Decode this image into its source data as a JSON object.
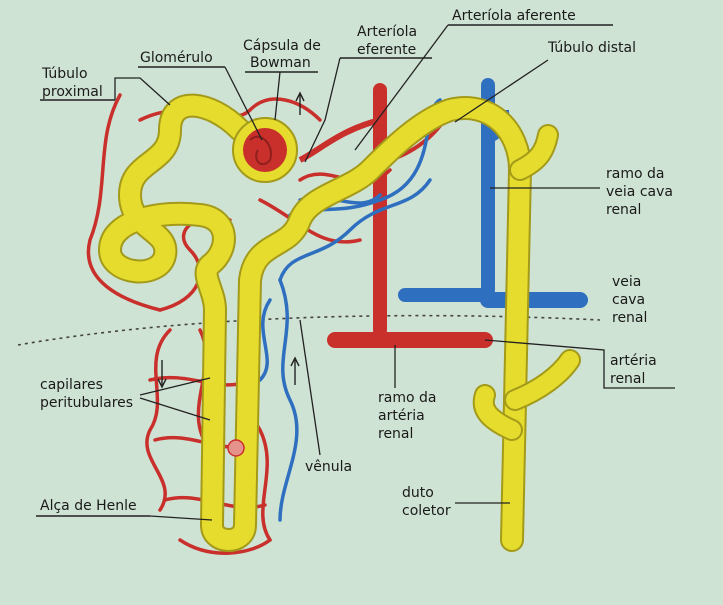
{
  "labels": {
    "tubulo_proximal_1": "Túbulo",
    "tubulo_proximal_2": "proximal",
    "glomerulo": "Glomérulo",
    "capsula_1": "Cápsula de",
    "capsula_2": "Bowman",
    "arteriola_eferente_1": "Arteríola",
    "arteriola_eferente_2": "eferente",
    "arteriola_aferente": "Arteríola aferente",
    "tubulo_distal": "Túbulo distal",
    "ramo_veia_1": "ramo da",
    "ramo_veia_2": "veia cava",
    "ramo_veia_3": "renal",
    "veia_cava_1": "veia",
    "veia_cava_2": "cava",
    "veia_cava_3": "renal",
    "arteria_renal_1": "artéria",
    "arteria_renal_2": "renal",
    "ramo_arteria_1": "ramo da",
    "ramo_arteria_2": "artéria",
    "ramo_arteria_3": "renal",
    "capilares_1": "capilares",
    "capilares_2": "peritubulares",
    "venula": "vênula",
    "alca_henle": "Alça de Henle",
    "duto_coletor_1": "duto",
    "duto_coletor_2": "coletor"
  },
  "colors": {
    "background": "#cfe3d4",
    "tubule": "#e6dc2e",
    "artery": "#c9302c",
    "vein": "#2f6fc0"
  }
}
